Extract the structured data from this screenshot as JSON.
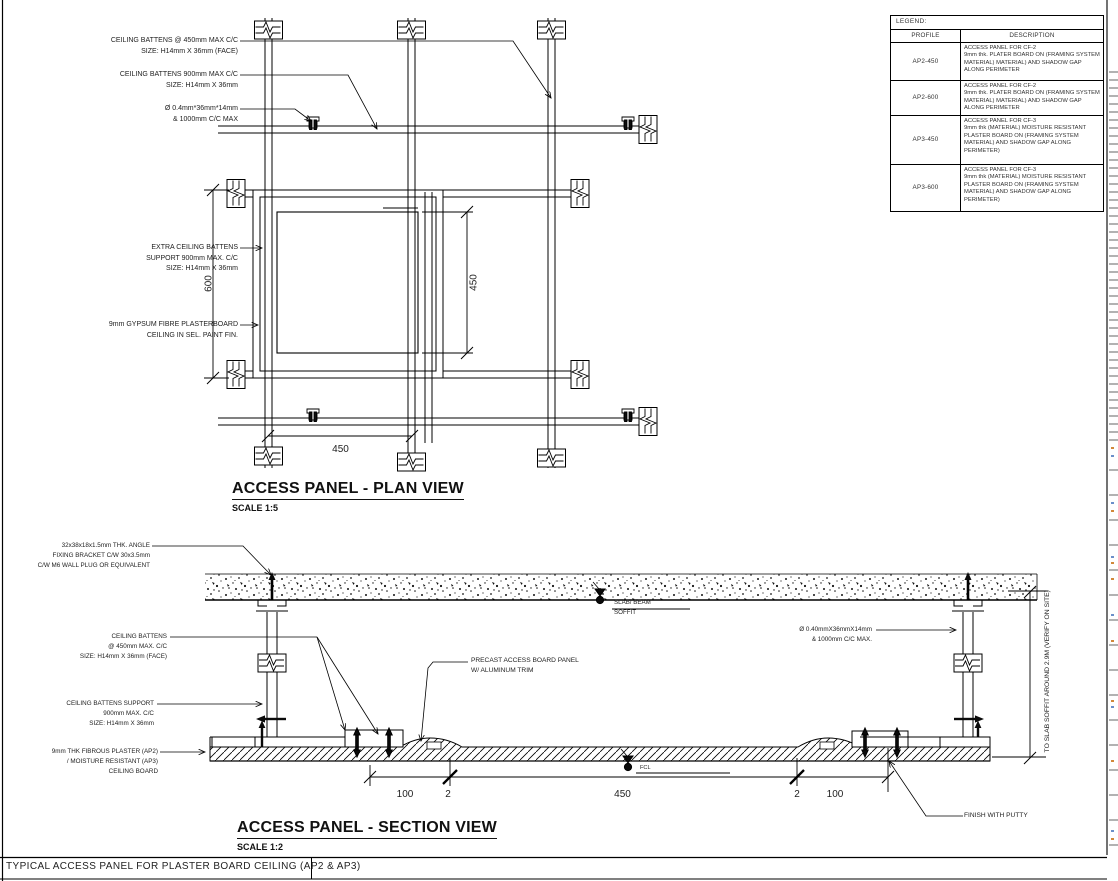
{
  "sheet": {
    "footer_title": "TYPICAL ACCESS PANEL FOR PLASTER BOARD CEILING (AP2 & AP3)"
  },
  "legend": {
    "title": "LEGEND:",
    "col_profile": "PROFILE",
    "col_description": "DESCRIPTION",
    "rows": [
      {
        "profile": "AP2-450",
        "description": "ACCESS PANEL FOR CF-2\n9mm thk. PLATER BOARD ON (FRAMING SYSTEM\nMATERIAL) MATERIAL) AND SHADOW GAP\nALONG PERIMETER"
      },
      {
        "profile": "AP2-600",
        "description": "ACCESS PANEL FOR CF-2\n9mm thk. PLATER BOARD ON (FRAMING SYSTEM\nMATERIAL) MATERIAL) AND SHADOW GAP\nALONG PERIMETER"
      },
      {
        "profile": "AP3-450",
        "description": "ACCESS PANEL FOR CF-3\n9mm thk (MATERIAL) MOISTURE RESISTANT\nPLASTER BOARD ON (FRAMING SYSTEM\nMATERIAL) AND SHADOW GAP ALONG\nPERIMETER)"
      },
      {
        "profile": "AP3-600",
        "description": "ACCESS PANEL FOR CF-3\n9mm thk (MATERIAL) MOISTURE RESISTANT\nPLASTER BOARD ON (FRAMING SYSTEM\nMATERIAL) AND SHADOW GAP ALONG\nPERIMETER)"
      }
    ]
  },
  "plan_view": {
    "title": "ACCESS PANEL - PLAN VIEW",
    "scale": "SCALE 1:5",
    "labels": {
      "battens_450": "CEILING BATTENS @ 450mm MAX C/C\nSIZE: H14mm X 36mm (FACE)",
      "battens_900": "CEILING BATTENS 900mm MAX C/C\nSIZE: H14mm X 36mm",
      "hanger": "Ø 0.4mm*36mm*14mm\n& 1000mm C/C MAX",
      "extra_battens": "EXTRA CEILING BATTENS\nSUPPORT 900mm MAX. C/C\nSIZE: H14mm X 36mm",
      "plasterboard": "9mm GYPSUM FIBRE PLASTERBOARD\nCEILING IN SEL. PAINT FIN."
    },
    "dims": {
      "d600": "600",
      "d450_vert": "450",
      "d450_horiz": "450"
    }
  },
  "section_view": {
    "title": "ACCESS PANEL - SECTION VIEW",
    "scale": "SCALE 1:2",
    "labels": {
      "angle_bracket": "32x38x18x1.5mm THK. ANGLE\nFIXING BRACKET C/W 30x3.5mm\nC/W M6 WALL PLUG OR EQUIVALENT",
      "ceiling_battens": "CEILING BATTENS\n@ 450mm MAX. C/C\nSIZE: H14mm X 36mm (FACE)",
      "battens_support": "CEILING BATTENS SUPPORT\n900mm MAX. C/C\nSIZE: H14mm X 36mm",
      "fibrous_plaster": "9mm THK FIBROUS PLASTER (AP2)\n/ MOISTURE RESISTANT (AP3)\nCEILING BOARD",
      "slab_beam": "SLAB/ BEAM\nSOFFIT",
      "precast_panel": "PRECAST ACCESS BOARD PANEL\nW/ ALUMINUM TRIM",
      "hanger": "Ø 0.40mmX36mmX14mm\n& 1000mm C/C MAX.",
      "fcl": "FCL",
      "putty": "FINISH WITH PUTTY",
      "soffit_height": "TO SLAB SOFFIT AROUND 2.9M (VERIFY ON SITE)"
    },
    "dims": {
      "d100_left": "100",
      "d2_left": "2",
      "d450": "450",
      "d2_right": "2",
      "d100_right": "100"
    }
  }
}
